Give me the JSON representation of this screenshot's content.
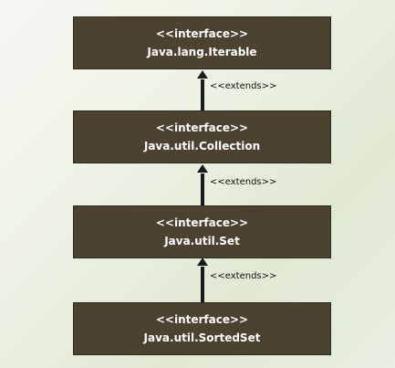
{
  "diagram": {
    "nodes": [
      {
        "stereotype": "<<interface>>",
        "name": "Java.lang.Iterable"
      },
      {
        "stereotype": "<<interface>>",
        "name": "Java.util.Collection"
      },
      {
        "stereotype": "<<interface>>",
        "name": "Java.util.Set"
      },
      {
        "stereotype": "<<interface>>",
        "name": "Java.util.SortedSet"
      }
    ],
    "edges": [
      {
        "label": "<<extends>>"
      },
      {
        "label": "<<extends>>"
      },
      {
        "label": "<<extends>>"
      }
    ]
  }
}
